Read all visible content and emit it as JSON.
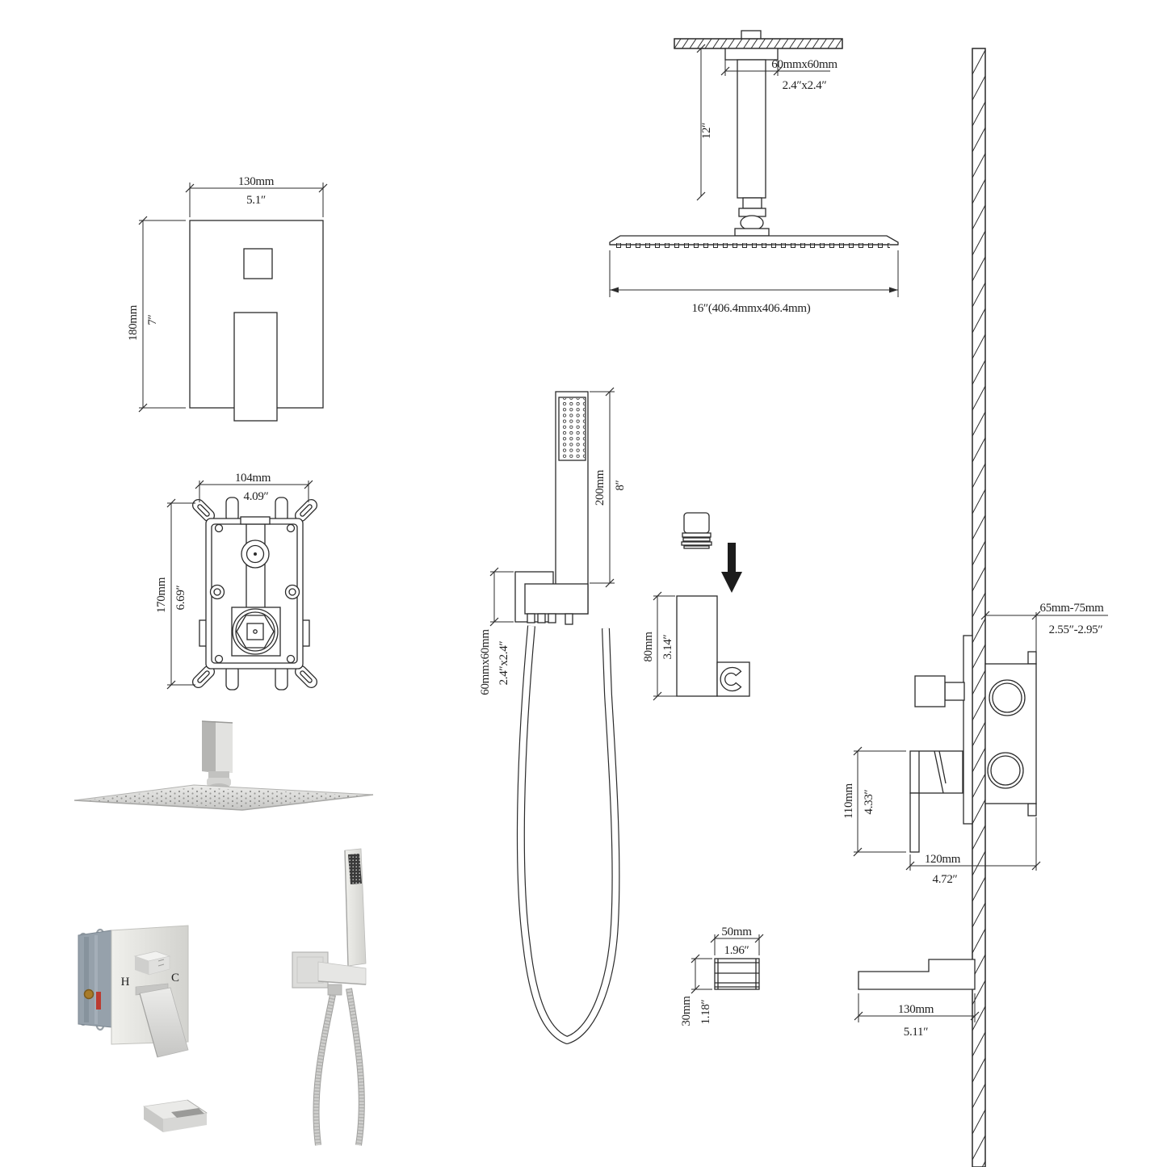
{
  "title": "Shower system installation dimension diagram",
  "colors": {
    "line": "#2b2b2b",
    "hot_label": "#a8493f",
    "cold_label": "#6f86c2",
    "nickel_light": "#e9e9e5",
    "nickel_mid": "#cfcfcd",
    "rough_in_box": "#96a1ab",
    "brass_port": "#a87b28",
    "red_sticker": "#bb3b30"
  },
  "dimensions": {
    "trim_plate": {
      "width_mm": "130mm",
      "width_in": "5.1″",
      "height_mm": "180mm",
      "height_in": "7″"
    },
    "ceiling_arm": {
      "flange_mm": "60mmx60mm",
      "flange_in": "2.4″x2.4″",
      "length_in": "12″"
    },
    "rain_head": {
      "size": "16″(406.4mmx406.4mm)"
    },
    "rough_in_valve": {
      "width_mm": "104mm",
      "width_in": "4.09″",
      "height_mm": "170mm",
      "height_in": "6.69″"
    },
    "hand_shower": {
      "length_mm": "200mm",
      "length_in": "8″",
      "holder_mm": "60mmx60mm",
      "holder_in": "2.4″x2.4″"
    },
    "holder_bracket": {
      "height_mm": "80mm",
      "height_in": "3.14″"
    },
    "wall_valve": {
      "depth_mm": "65mm-75mm",
      "depth_in": "2.55″-2.95″",
      "handle_mm": "110mm",
      "handle_in": "4.33″",
      "width_mm": "120mm",
      "width_in": "4.72″"
    },
    "adapter": {
      "width_mm": "50mm",
      "width_in": "1.96″",
      "height_mm": "30mm",
      "height_in": "1.18″"
    },
    "tub_spout": {
      "width_mm": "130mm",
      "width_in": "5.11″"
    }
  },
  "labels": {
    "hot": "H",
    "cold": "C"
  }
}
